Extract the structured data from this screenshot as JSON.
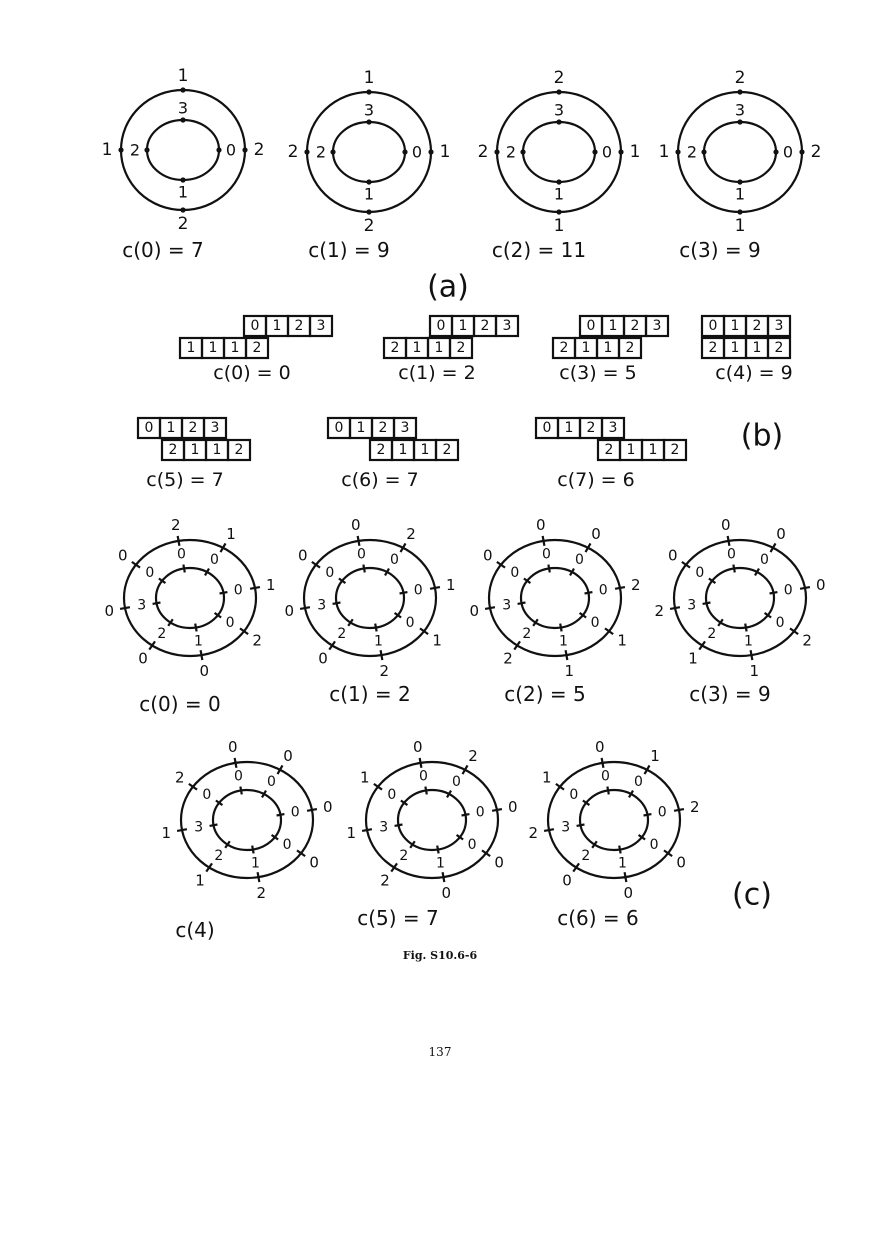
{
  "figure_caption": "Fig. S10.6-6",
  "page_number": "137",
  "part_labels": {
    "a": "(a)",
    "b": "(b)",
    "c": "(c)"
  },
  "part_a": [
    {
      "caption": "c(0) = 7",
      "outer": [
        "1",
        "2",
        "2",
        "1"
      ],
      "inner": [
        "3",
        "0",
        "1",
        "2"
      ]
    },
    {
      "caption": "c(1) = 9",
      "outer": [
        "1",
        "1",
        "2",
        "2"
      ],
      "inner": [
        "3",
        "0",
        "1",
        "2"
      ]
    },
    {
      "caption": "c(2) = 11",
      "outer": [
        "2",
        "1",
        "1",
        "2"
      ],
      "inner": [
        "3",
        "0",
        "1",
        "2"
      ]
    },
    {
      "caption": "c(3) = 9",
      "outer": [
        "2",
        "2",
        "1",
        "1"
      ],
      "inner": [
        "3",
        "0",
        "1",
        "2"
      ]
    }
  ],
  "part_b": [
    {
      "caption": "c(0) = 0",
      "top": [
        "0",
        "1",
        "2",
        "3"
      ],
      "bottom": [
        "1",
        "1",
        "1",
        "2"
      ]
    },
    {
      "caption": "c(1) = 2",
      "top": [
        "0",
        "1",
        "2",
        "3"
      ],
      "bottom": [
        "2",
        "1",
        "1",
        "2"
      ]
    },
    {
      "caption": "c(3) = 5",
      "top": [
        "0",
        "1",
        "2",
        "3"
      ],
      "bottom": [
        "2",
        "1",
        "1",
        "2"
      ]
    },
    {
      "caption": "c(4) = 9",
      "top": [
        "0",
        "1",
        "2",
        "3"
      ],
      "bottom": [
        "2",
        "1",
        "1",
        "2"
      ]
    },
    {
      "caption": "c(5) = 7",
      "top": [
        "0",
        "1",
        "2",
        "3"
      ],
      "bottom": [
        "2",
        "1",
        "1",
        "2"
      ]
    },
    {
      "caption": "c(6) = 7",
      "top": [
        "0",
        "1",
        "2",
        "3"
      ],
      "bottom": [
        "2",
        "1",
        "1",
        "2"
      ]
    },
    {
      "caption": "c(7) = 6",
      "top": [
        "0",
        "1",
        "2",
        "3"
      ],
      "bottom": [
        "2",
        "1",
        "1",
        "2"
      ]
    }
  ],
  "part_c": [
    {
      "caption": "c(0) = 0",
      "outer": [
        "1",
        "1",
        "2",
        "0",
        "0",
        "0",
        "0",
        "2"
      ],
      "inner": [
        "0",
        "0",
        "0",
        "1",
        "2",
        "3",
        "0",
        "0"
      ]
    },
    {
      "caption": "c(1) = 2",
      "outer": [
        "2",
        "1",
        "1",
        "2",
        "0",
        "0",
        "0",
        "0"
      ],
      "inner": [
        "0",
        "0",
        "0",
        "1",
        "2",
        "3",
        "0",
        "0"
      ]
    },
    {
      "caption": "c(2) = 5",
      "outer": [
        "0",
        "2",
        "1",
        "1",
        "2",
        "0",
        "0",
        "0"
      ],
      "inner": [
        "0",
        "0",
        "0",
        "1",
        "2",
        "3",
        "0",
        "0"
      ]
    },
    {
      "caption": "c(3) = 9",
      "outer": [
        "0",
        "0",
        "2",
        "1",
        "1",
        "2",
        "0",
        "0"
      ],
      "inner": [
        "0",
        "0",
        "0",
        "1",
        "2",
        "3",
        "0",
        "0"
      ]
    },
    {
      "caption": "c(4)",
      "outer": [
        "0",
        "0",
        "0",
        "2",
        "1",
        "1",
        "2",
        "0"
      ],
      "inner": [
        "0",
        "0",
        "0",
        "1",
        "2",
        "3",
        "0",
        "0"
      ]
    },
    {
      "caption": "c(5) = 7",
      "outer": [
        "2",
        "0",
        "0",
        "0",
        "2",
        "1",
        "1",
        "0"
      ],
      "inner": [
        "0",
        "0",
        "0",
        "1",
        "2",
        "3",
        "0",
        "0"
      ]
    },
    {
      "caption": "c(6) = 6",
      "outer": [
        "1",
        "2",
        "0",
        "0",
        "0",
        "2",
        "1",
        "0"
      ],
      "inner": [
        "0",
        "0",
        "0",
        "1",
        "2",
        "3",
        "0",
        "0"
      ]
    }
  ]
}
